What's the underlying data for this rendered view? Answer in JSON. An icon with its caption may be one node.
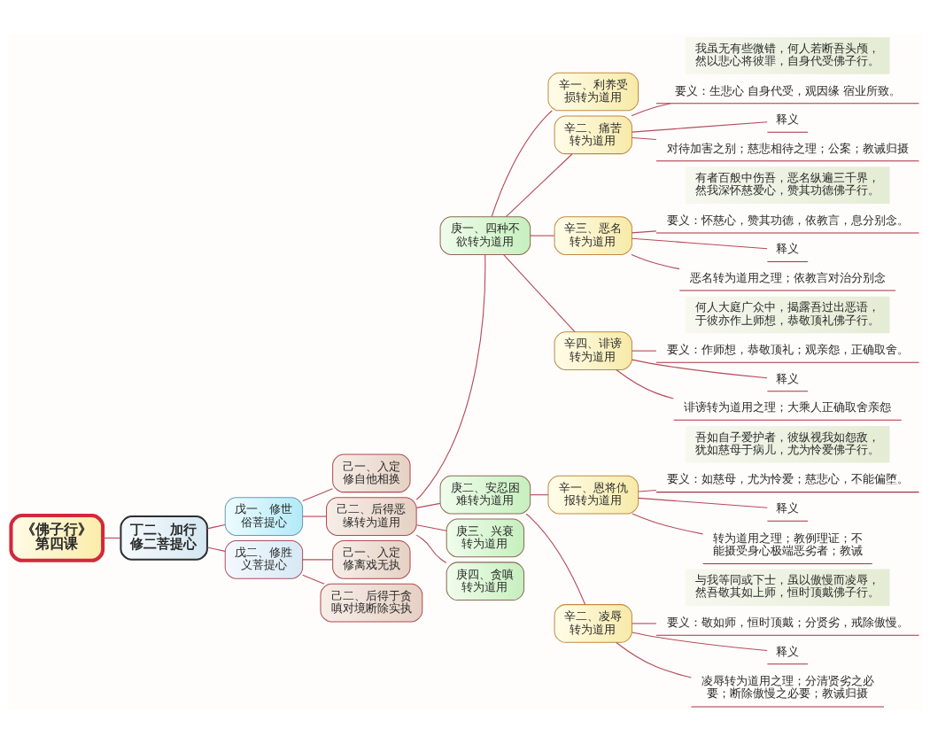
{
  "diagram": {
    "nodes": [
      {
        "text": [
          "《佛子行》第四课"
        ]
      },
      {
        "text": [
          "丁二、加行修二菩提心"
        ]
      },
      {
        "text": [
          "戊一、修世俗菩提心"
        ]
      },
      {
        "text": [
          "己一、入定修自他相换"
        ]
      },
      {
        "text": [
          "己二、后得恶缘转为道用"
        ]
      },
      {
        "text": [
          "庚一、四种不欲转为道用"
        ]
      },
      {
        "text": [
          "辛一、利养受损转为道用"
        ]
      },
      {
        "text": [
          "辛二、痛苦转为道用"
        ]
      },
      {
        "text": [
          "我虽无有些微错，何人若断吾头颅，然以悲心将彼罪，自身代受佛子行。"
        ]
      },
      {
        "text": [
          "要义：生悲心 自身代受，观因缘 宿业所致。"
        ]
      },
      {
        "text": [
          "释义"
        ]
      },
      {
        "text": [
          "对待加害之别；慈悲相待之理；公案；教诫归摄"
        ]
      },
      {
        "text": [
          "辛三、恶名转为道用"
        ]
      },
      {
        "text": [
          "有者百般中伤吾，恶名纵遍三千界，然我深怀慈爱心，赞其功德佛子行。"
        ]
      },
      {
        "text": [
          "要义：怀慈心，赞其功德，依教言，息分别念。"
        ]
      },
      {
        "text": [
          "释义"
        ]
      },
      {
        "text": [
          "恶名转为道用之理；依教言对治分别念"
        ]
      },
      {
        "text": [
          "辛四、诽谤转为道用"
        ]
      },
      {
        "text": [
          "何人大庭广众中，揭露吾过出恶语，于彼亦作上师想，恭敬顶礼佛子行。"
        ]
      },
      {
        "text": [
          "要义：作师想，恭敬顶礼；观亲怨，正确取舍。"
        ]
      },
      {
        "text": [
          "释义"
        ]
      },
      {
        "text": [
          "诽谤转为道用之理；大乘人正确取舍亲怨"
        ]
      },
      {
        "text": [
          "庚二、安忍困难转为道用"
        ]
      },
      {
        "text": [
          "辛一、恩将仇报转为道用"
        ]
      },
      {
        "text": [
          "吾如自子爱护者，彼纵视我如怨敌，犹如慈母于病儿，尤为怜爱佛子行。"
        ]
      },
      {
        "text": [
          "要义：如慈母，尤为怜爱；慈悲心，不能偏堕。"
        ]
      },
      {
        "text": [
          "释义"
        ]
      },
      {
        "text": [
          "转为道用之理；教例理证；不能摄受身心极端恶劣者；教诫"
        ]
      },
      {
        "text": [
          "辛二、凌辱转为道用"
        ]
      },
      {
        "text": [
          "与我等同或下士，虽以傲慢而凌辱，然吾敬其如上师，恒时顶戴佛子行。"
        ]
      },
      {
        "text": [
          "要义：敬如师，恒时顶戴；分贤劣，戒除傲慢。"
        ]
      },
      {
        "text": [
          "释义"
        ]
      },
      {
        "text": [
          "凌辱转为道用之理；分清贤劣之必要；断除傲慢之必要；教诫归摄"
        ]
      },
      {
        "text": [
          "庚三、兴衰转为道用"
        ]
      },
      {
        "text": [
          "庚四、贪嗔转为道用"
        ]
      },
      {
        "text": [
          "戊二、修胜义菩提心"
        ]
      },
      {
        "text": [
          "己一、入定修离戏无执"
        ]
      },
      {
        "text": [
          "己二、后得于贪嗔对境断除实执"
        ]
      }
    ],
    "edges": [
      {
        "from": 0,
        "to": 1,
        "arrow": "none"
      },
      {
        "from": 1,
        "to": 2,
        "arrow": "none"
      },
      {
        "from": 2,
        "to": 3,
        "arrow": "none"
      },
      {
        "from": 2,
        "to": 4,
        "arrow": "none"
      },
      {
        "from": 4,
        "to": 5,
        "arrow": "none"
      },
      {
        "from": 5,
        "to": 6,
        "arrow": "none"
      },
      {
        "from": 5,
        "to": 7,
        "arrow": "none"
      },
      {
        "from": 7,
        "to": 9,
        "arrow": "none"
      },
      {
        "from": 7,
        "to": 10,
        "arrow": "none"
      },
      {
        "from": 7,
        "to": 11,
        "arrow": "none"
      },
      {
        "from": 5,
        "to": 12,
        "arrow": "none"
      },
      {
        "from": 12,
        "to": 14,
        "arrow": "none"
      },
      {
        "from": 12,
        "to": 15,
        "arrow": "none"
      },
      {
        "from": 12,
        "to": 16,
        "arrow": "none"
      },
      {
        "from": 5,
        "to": 17,
        "arrow": "none"
      },
      {
        "from": 17,
        "to": 19,
        "arrow": "none"
      },
      {
        "from": 17,
        "to": 20,
        "arrow": "none"
      },
      {
        "from": 17,
        "to": 21,
        "arrow": "none"
      },
      {
        "from": 4,
        "to": 22,
        "arrow": "none"
      },
      {
        "from": 22,
        "to": 23,
        "arrow": "none"
      },
      {
        "from": 23,
        "to": 25,
        "arrow": "none"
      },
      {
        "from": 23,
        "to": 26,
        "arrow": "none"
      },
      {
        "from": 23,
        "to": 27,
        "arrow": "none"
      },
      {
        "from": 22,
        "to": 28,
        "arrow": "none"
      },
      {
        "from": 28,
        "to": 30,
        "arrow": "none"
      },
      {
        "from": 28,
        "to": 31,
        "arrow": "none"
      },
      {
        "from": 28,
        "to": 32,
        "arrow": "none"
      },
      {
        "from": 4,
        "to": 33,
        "arrow": "none"
      },
      {
        "from": 4,
        "to": 34,
        "arrow": "none"
      },
      {
        "from": 1,
        "to": 35,
        "arrow": "none"
      },
      {
        "from": 35,
        "to": 36,
        "arrow": "none"
      },
      {
        "from": 35,
        "to": 37,
        "arrow": "none"
      }
    ]
  }
}
